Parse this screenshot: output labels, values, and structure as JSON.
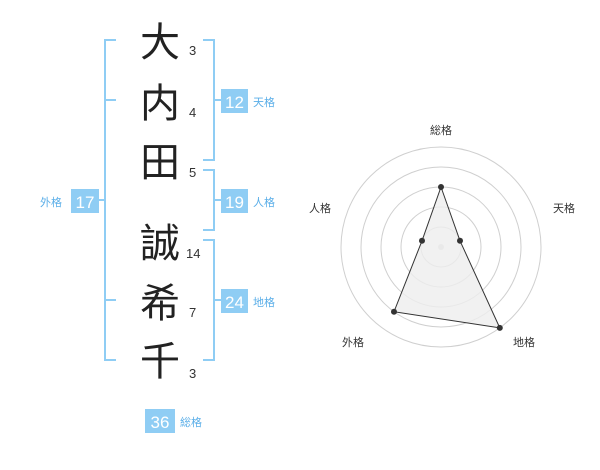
{
  "name_chars": [
    {
      "char": "大",
      "strokes": "3"
    },
    {
      "char": "内",
      "strokes": "4"
    },
    {
      "char": "田",
      "strokes": "5"
    },
    {
      "char": "誠",
      "strokes": "14"
    },
    {
      "char": "希",
      "strokes": "7"
    },
    {
      "char": "千",
      "strokes": "3"
    }
  ],
  "kaku": {
    "tenkaku": {
      "value": "12",
      "label": "天格"
    },
    "jinkaku": {
      "value": "19",
      "label": "人格"
    },
    "chikaku": {
      "value": "24",
      "label": "地格"
    },
    "gaikaku": {
      "value": "17",
      "label": "外格"
    },
    "soukaku": {
      "value": "36",
      "label": "総格"
    }
  },
  "colors": {
    "bracket": "#8fcdf4",
    "box": "#8fcdf4",
    "label": "#5aaee8",
    "radar_fill": "#ededed",
    "radar_ring": "#cfcfcf"
  },
  "chart_data": {
    "type": "radar",
    "axes": [
      "総格",
      "天格",
      "地格",
      "外格",
      "人格"
    ],
    "levels": 5,
    "max": 5,
    "values": [
      3,
      1,
      5,
      4,
      1
    ],
    "grid": true
  }
}
